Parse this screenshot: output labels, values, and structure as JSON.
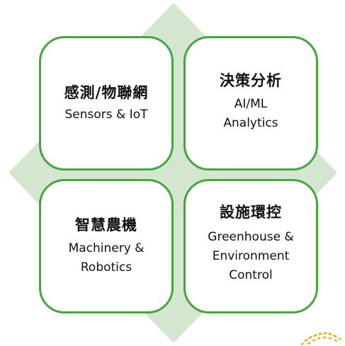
{
  "colors": {
    "diamond_fill": "#d4e6cf",
    "box_border": "#46a53c",
    "box_fill": "#ffffff",
    "text": "#111111",
    "logo": "#e8b23a"
  },
  "quadrants": [
    {
      "title": "感測/物聯網",
      "subtitle": "Sensors & IoT"
    },
    {
      "title": "決策分析",
      "subtitle": "AI/ML\nAnalytics"
    },
    {
      "title": "智慧農機",
      "subtitle": "Machinery &\nRobotics"
    },
    {
      "title": "設施環控",
      "subtitle": "Greenhouse &\nEnvironment\nControl"
    }
  ],
  "logo": {
    "icon": "grain-logo-icon"
  }
}
